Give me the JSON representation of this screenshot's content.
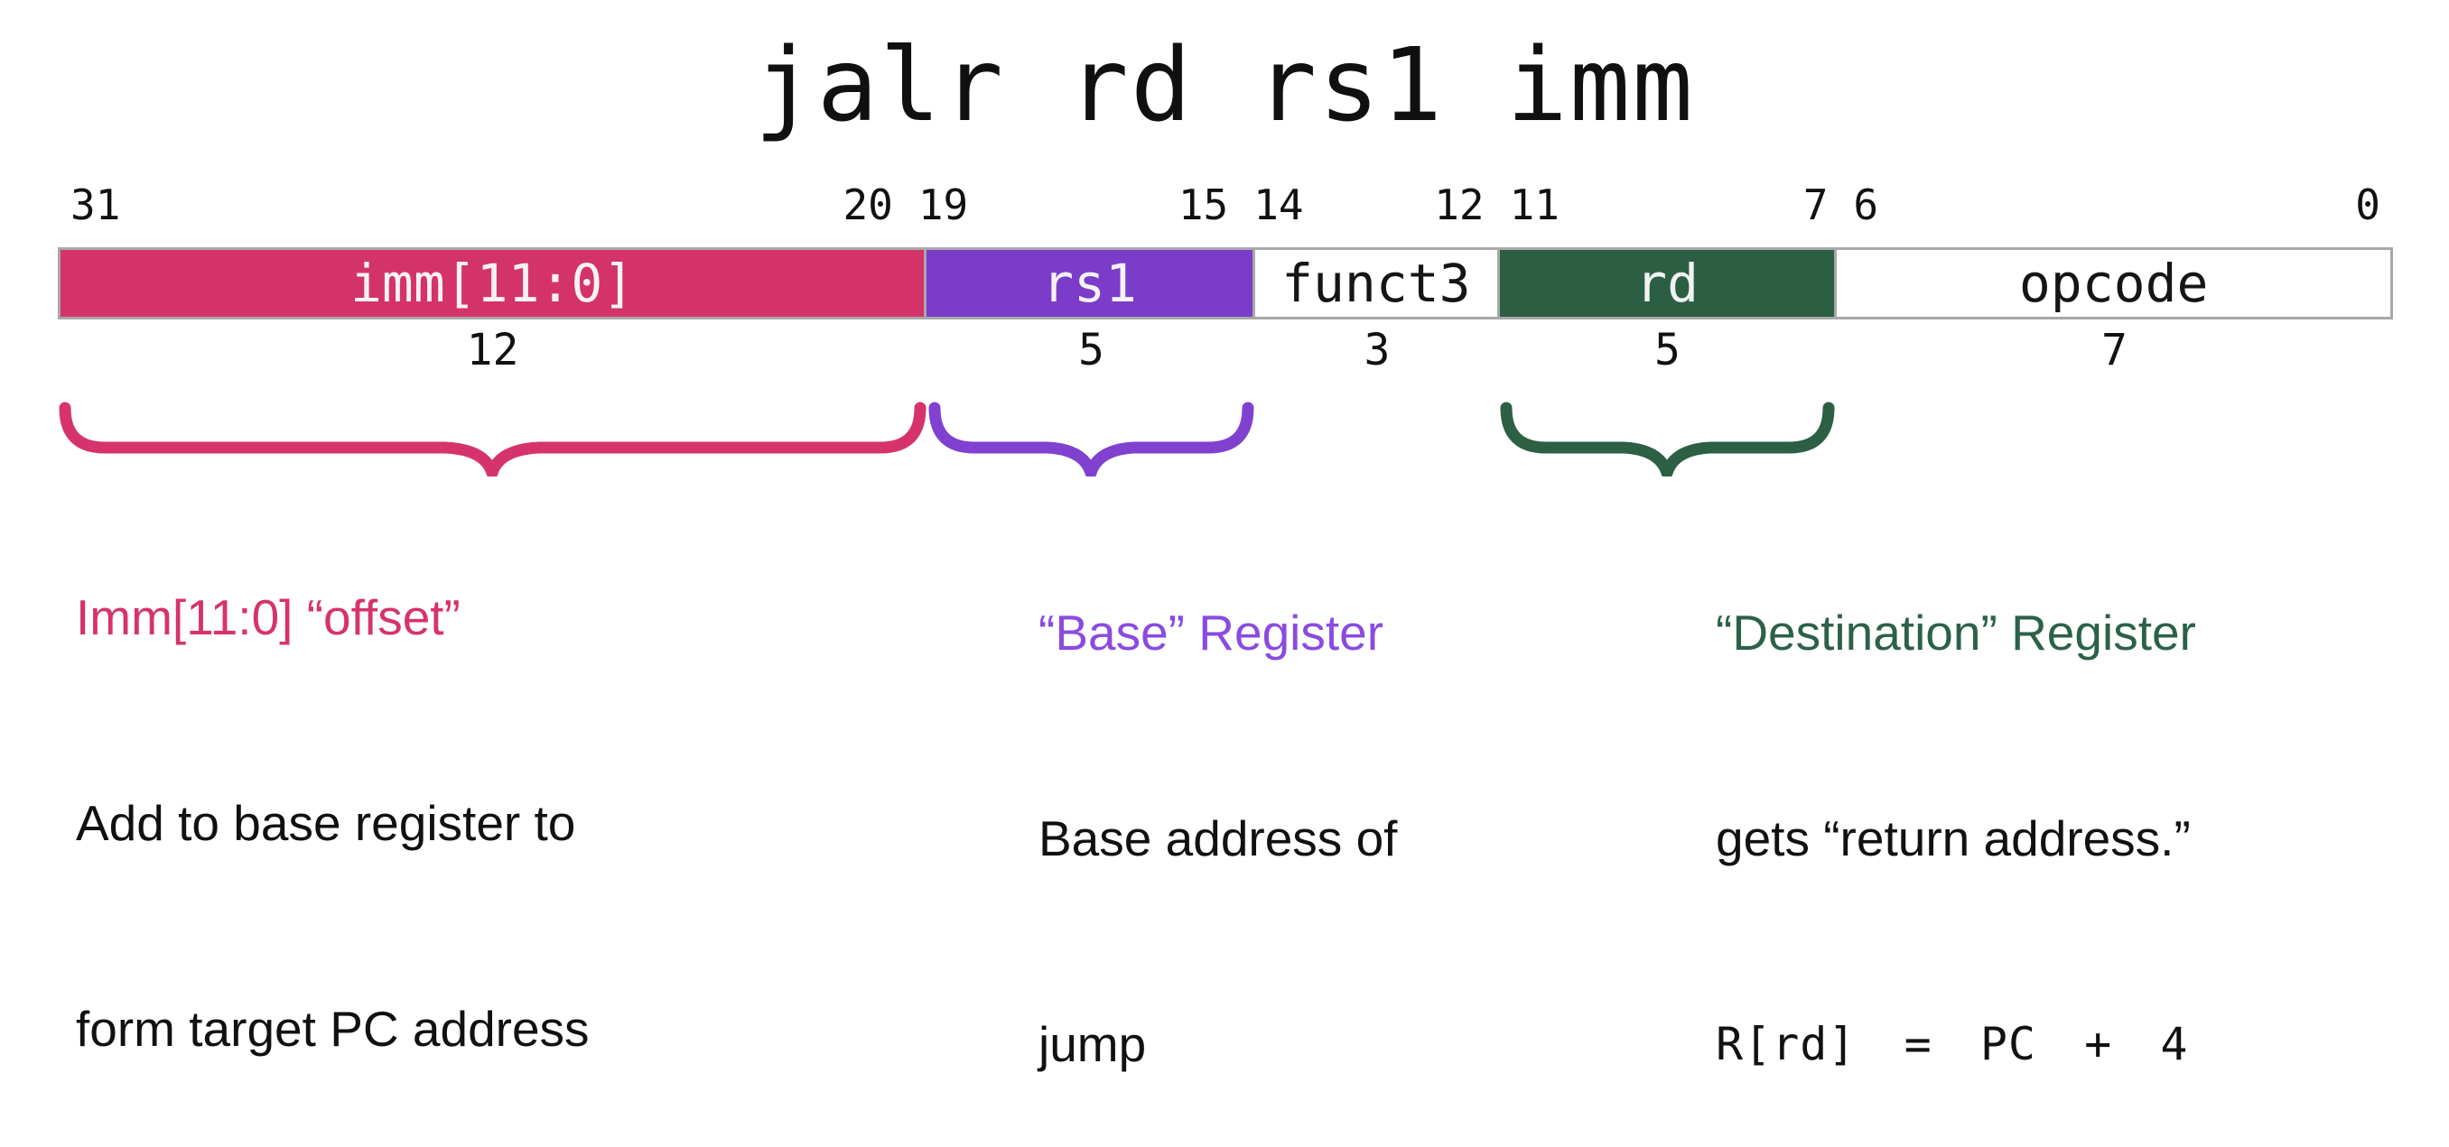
{
  "title": "jalr rd rs1 imm",
  "colors": {
    "imm_field": "#d4336a",
    "rs1_field": "#7b3cc9",
    "rd_field": "#2b5e43",
    "box_border": "#a8a8a8",
    "imm_accent": "#d6336c",
    "rs1_accent": "#8a4be0",
    "rd_accent": "#2c6149"
  },
  "fields": [
    {
      "name": "imm",
      "label": "imm[11:0]",
      "high_bit": "31",
      "low_bit": "20",
      "width_bits": "12"
    },
    {
      "name": "rs1",
      "label": "rs1",
      "high_bit": "19",
      "low_bit": "15",
      "width_bits": "5"
    },
    {
      "name": "funct3",
      "label": "funct3",
      "high_bit": "14",
      "low_bit": "12",
      "width_bits": "3"
    },
    {
      "name": "rd",
      "label": "rd",
      "high_bit": "11",
      "low_bit": "7",
      "width_bits": "5"
    },
    {
      "name": "opcode",
      "label": "opcode",
      "high_bit": "6",
      "low_bit": "0",
      "width_bits": "7"
    }
  ],
  "annotations": {
    "imm": {
      "heading": "Imm[11:0] “offset”",
      "line1": "Add to base register to",
      "line2": "form target PC address"
    },
    "rs1": {
      "heading": "“Base” Register",
      "line1": "Base address of",
      "line2": "jump"
    },
    "rd": {
      "heading": "“Destination” Register",
      "line1": "gets “return address.”",
      "code": "R[rd] = PC + 4"
    }
  }
}
